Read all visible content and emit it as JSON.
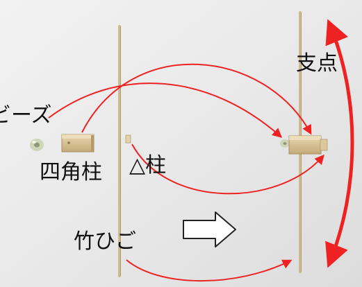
{
  "labels": {
    "beads": "ビーズ",
    "square_prism": "四角柱",
    "triangular_prism": "△柱",
    "fulcrum": "支点",
    "bamboo_stick": "竹ひご"
  },
  "colors": {
    "arrow": "#ee2222",
    "background_photo": "#e6e6e6",
    "bamboo": "#cdb992",
    "wood": "#d9c49a"
  },
  "icons": {
    "direction_arrow": "right-arrow-outline-icon",
    "two_way_arrow": "double-headed-curved-arrow-icon"
  }
}
